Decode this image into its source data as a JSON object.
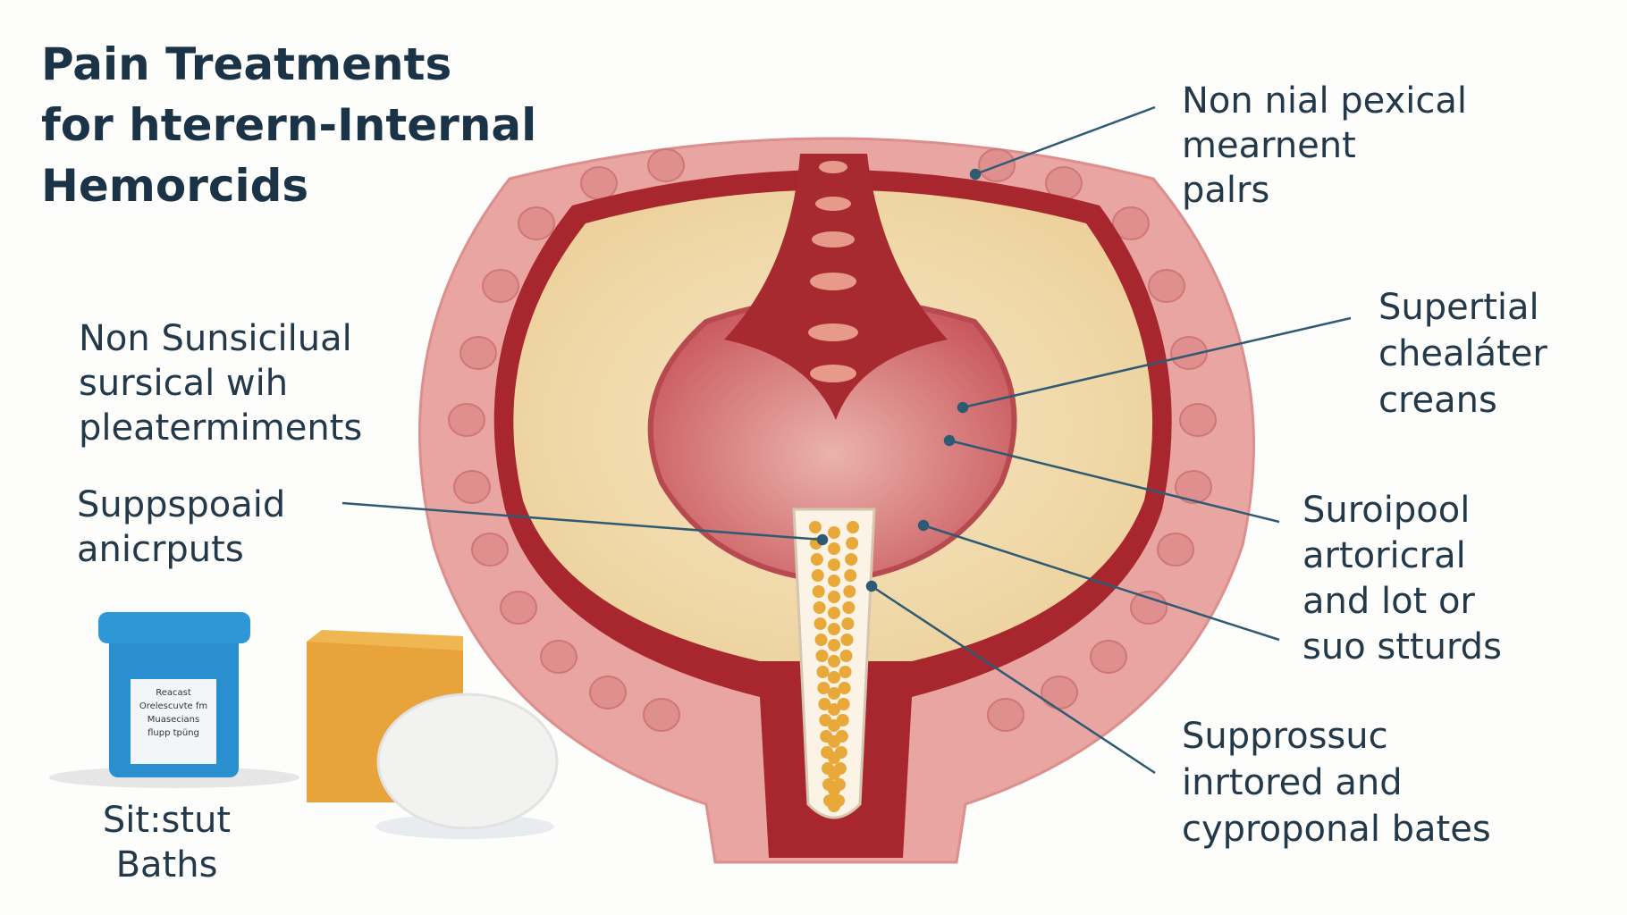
{
  "title": {
    "lines": [
      "Pain Treatments",
      "for hterern-Internal",
      "Hemorcids"
    ]
  },
  "labels": {
    "top_right": [
      "Non nial pexical",
      "mearnent",
      "palrs"
    ],
    "left_upper": [
      "Non Sunsicilual",
      "sursical wih",
      "pleatermiments"
    ],
    "left_middle": [
      "Suppspoaid",
      "anicrputs"
    ],
    "right_upper": [
      "Supertial",
      "chealáter",
      "creans"
    ],
    "right_middle": [
      "Suroipool",
      "artoricral",
      "and lot or",
      "suo stturds"
    ],
    "right_lower": [
      "Supprossuc",
      "inrtored and",
      "cyproponal bates"
    ],
    "bottom_left": [
      "Sit:stut",
      "Baths"
    ]
  },
  "jar_label": [
    "Reacast",
    "Orelescuvte fm",
    "Muasecians",
    "flupp tpüng"
  ],
  "colors": {
    "text": "#1f3a4d",
    "tissue": "#e8a3a0",
    "muscle": "#a3232a",
    "fat": "#f2dcae",
    "leader": "#2e5a73",
    "jar": "#2a8fce",
    "block": "#e8a33a"
  }
}
